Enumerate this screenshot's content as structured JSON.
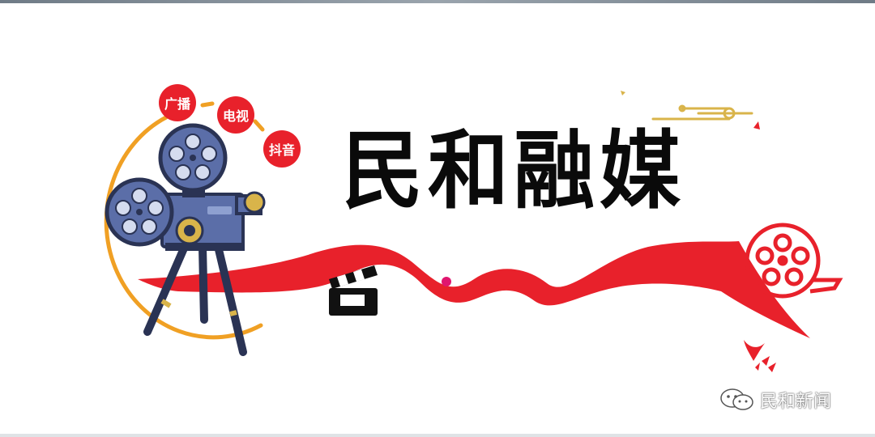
{
  "badges": [
    "广播",
    "电视",
    "抖音"
  ],
  "title": "民和融媒",
  "watermark": {
    "text": "民和新闻",
    "icon": "wechat-icon"
  },
  "colors": {
    "red": "#e8212b",
    "orange": "#f0a024",
    "camera_blue": "#5b6ea8",
    "gold": "#d9b44a",
    "black": "#0a0a0a"
  }
}
